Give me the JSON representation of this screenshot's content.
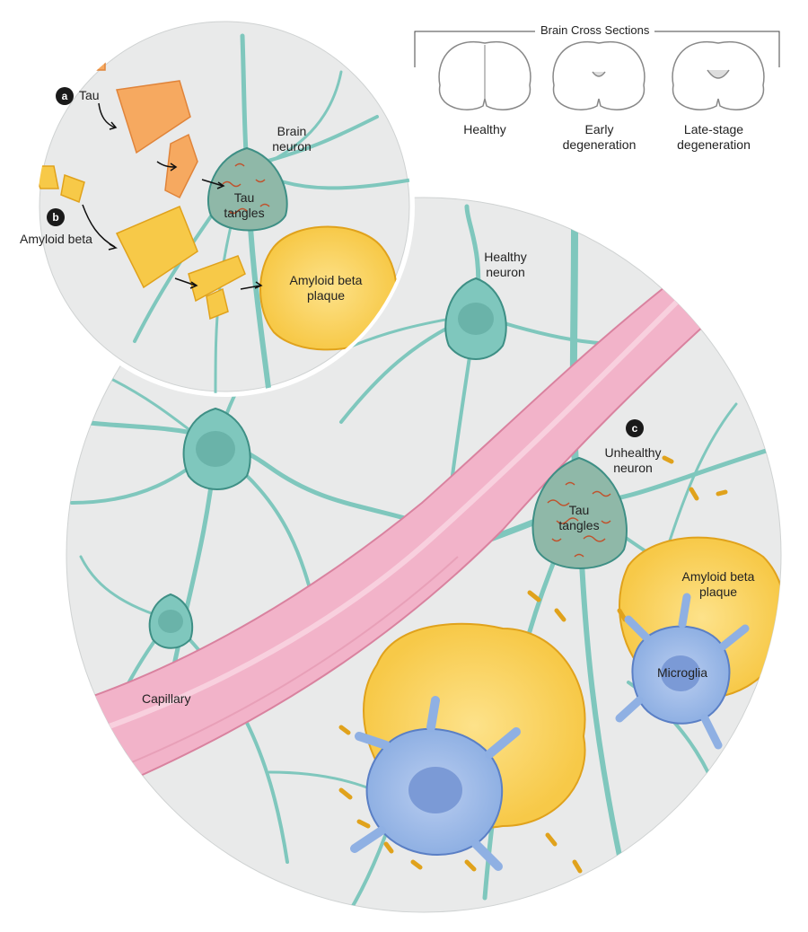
{
  "legend": {
    "title": "Brain Cross Sections",
    "sections": [
      {
        "label": "Healthy"
      },
      {
        "label": "Early degeneration"
      },
      {
        "label": "Late-stage degeneration"
      }
    ]
  },
  "inset": {
    "badge_a": "a",
    "badge_b": "b",
    "tau_label": "Tau",
    "amyloid_label": "Amyloid beta",
    "neuron_label": "Brain neuron",
    "tangles_label": "Tau tangles",
    "plaque_label": "Amyloid beta plaque"
  },
  "main": {
    "badge_c": "c",
    "healthy_neuron_label": "Healthy neuron",
    "unhealthy_neuron_label": "Unhealthy neuron",
    "tangles_label": "Tau tangles",
    "plaque_label": "Amyloid beta plaque",
    "microglia_label": "Microglia",
    "capillary_label": "Capillary"
  },
  "colors": {
    "neuron": "#7fc7bd",
    "neuron_dark": "#3e8f85",
    "background_circle": "#e9eaea",
    "capillary": "#f2b3c9",
    "capillary_dark": "#d9829f",
    "amyloid": "#f7c948",
    "amyloid_dark": "#e0a21c",
    "tau": "#f6a960",
    "microglia": "#8fb0e3",
    "microglia_dark": "#5a7fc5",
    "tangle": "#c0522c"
  }
}
